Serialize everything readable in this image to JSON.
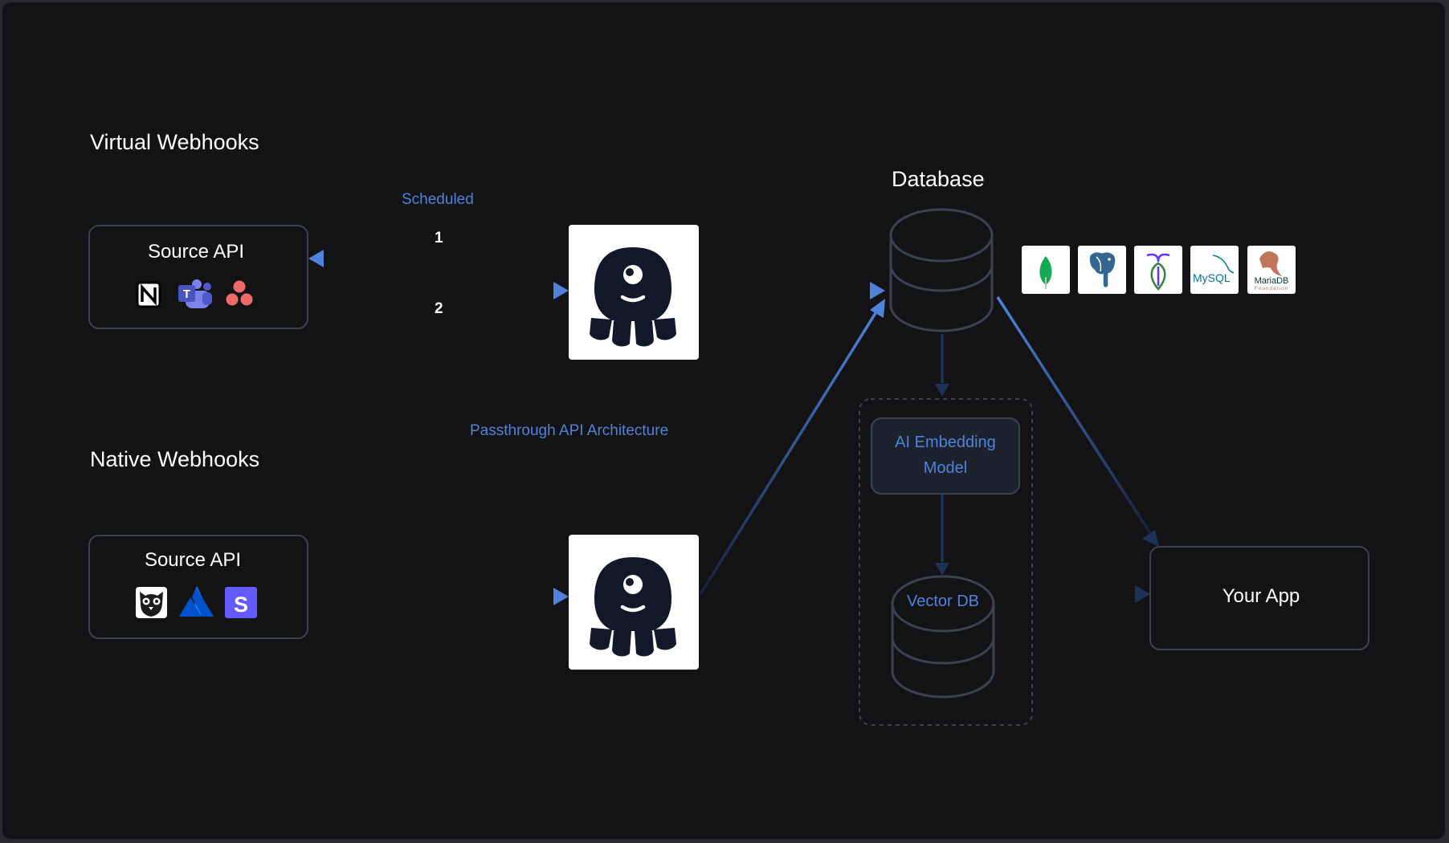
{
  "sections": {
    "virtual_title": "Virtual Webhooks",
    "native_title": "Native Webhooks"
  },
  "virtual": {
    "source_label": "Source API",
    "scheduled_label": "Scheduled",
    "step1": "1",
    "step2": "2",
    "icons": [
      "notion-icon",
      "microsoft-teams-icon",
      "asana-icon"
    ]
  },
  "native": {
    "source_label": "Source API",
    "icons": [
      "hootsuite-icon",
      "atlassian-icon",
      "stripe-icon"
    ]
  },
  "middle": {
    "architecture_label": "Passthrough API Architecture",
    "logo_icon": "octopus-logo-icon"
  },
  "database": {
    "title": "Database",
    "logos": [
      "mongodb-icon",
      "postgresql-icon",
      "cockroachdb-icon",
      "mysql-icon",
      "mariadb-icon"
    ],
    "mysql_text": "MySQL",
    "mariadb_text": "MariaDB",
    "mariadb_sub": "Foundation"
  },
  "vector_group": {
    "embedding_label": "AI Embedding Model",
    "vector_db_label": "Vector DB"
  },
  "app": {
    "label": "Your App"
  },
  "colors": {
    "background": "#131315",
    "frame": "#2a2a2e",
    "box_border": "#3a4252",
    "accent_blue": "#4f83db",
    "connector_dark": "#1e3258",
    "logo_tile": "#ffffff",
    "octopus": "#101829"
  }
}
